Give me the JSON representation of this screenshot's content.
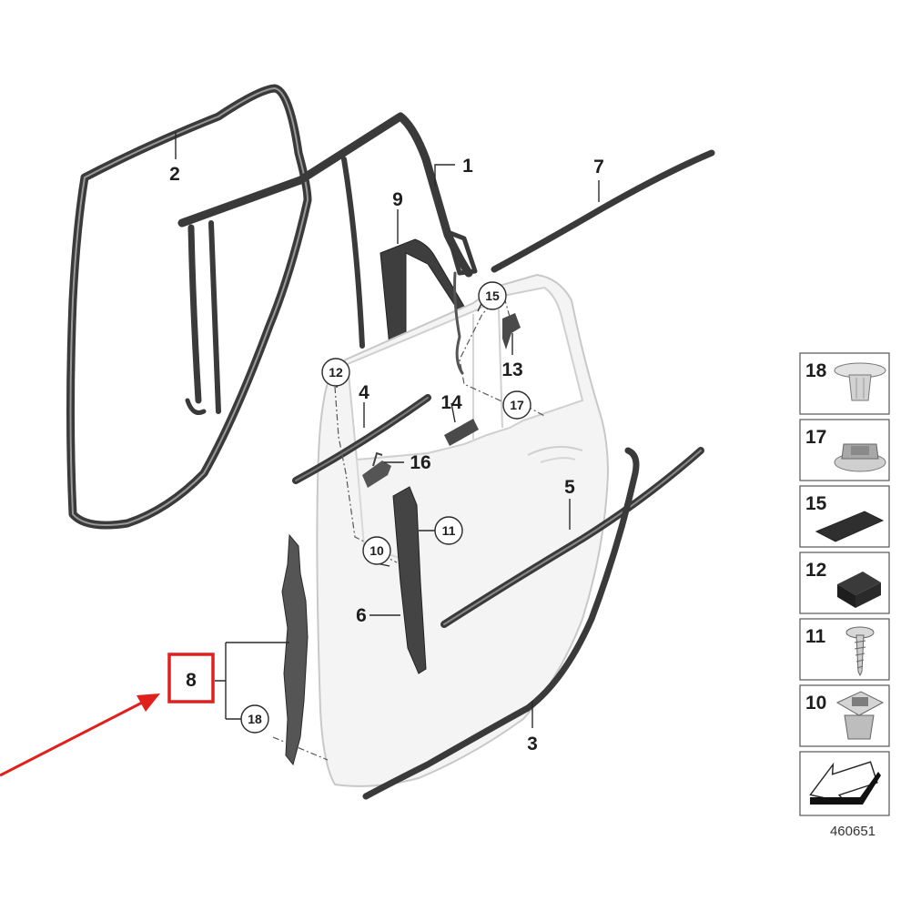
{
  "diagram": {
    "part_labels": {
      "p1": "1",
      "p2": "2",
      "p3": "3",
      "p4": "4",
      "p5": "5",
      "p6": "6",
      "p7": "7",
      "p8": "8",
      "p9": "9",
      "p13": "13",
      "p14": "14",
      "p16": "16"
    },
    "circled_labels": {
      "c10": "10",
      "c11": "11",
      "c12": "12",
      "c15": "15",
      "c17": "17",
      "c18": "18"
    },
    "parts_panel": [
      {
        "number": "18",
        "icon": "expanding-rivet-icon"
      },
      {
        "number": "17",
        "icon": "clip-nut-icon"
      },
      {
        "number": "15",
        "icon": "foam-pad-icon"
      },
      {
        "number": "12",
        "icon": "foam-block-icon"
      },
      {
        "number": "11",
        "icon": "screw-icon"
      },
      {
        "number": "10",
        "icon": "expanding-nut-icon"
      }
    ],
    "panel_footer_icon": "arrow-direction-icon",
    "reference_number": "460651",
    "highlight_color": "#e0201c",
    "seal_color": "#3a3a3a"
  }
}
